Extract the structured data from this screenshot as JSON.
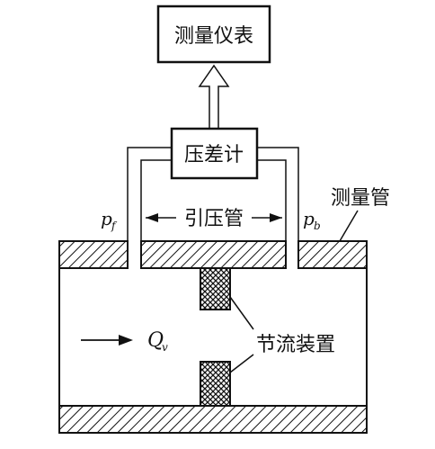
{
  "labels": {
    "meter": "测量仪表",
    "dp_gauge": "压差计",
    "impulse_pipe": "引压管",
    "measuring_pipe": "测量管",
    "throttling_device": "节流装置",
    "pf_main": "p",
    "pf_sub": "f",
    "pb_main": "p",
    "pb_sub": "b",
    "flow_main": "Q",
    "flow_sub": "v"
  },
  "colors": {
    "stroke": "#111111",
    "background": "#ffffff"
  },
  "icons": [
    "hatch-pattern",
    "crosshatch-pattern",
    "hollow-up-arrow",
    "flow-arrow"
  ]
}
